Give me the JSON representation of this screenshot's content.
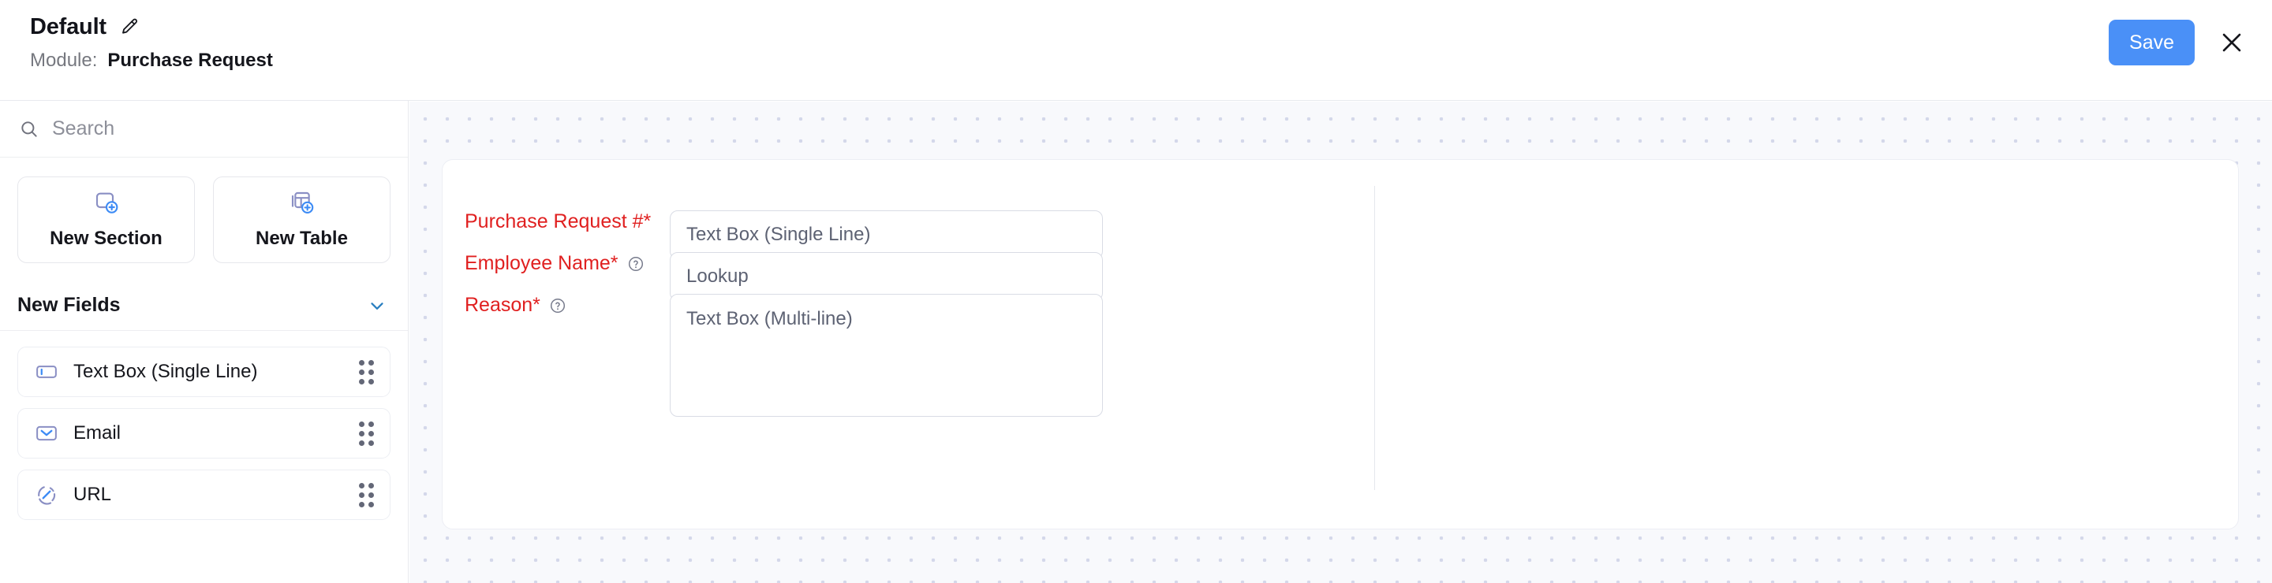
{
  "header": {
    "layout_title": "Default",
    "edit_icon": "pencil-icon",
    "module_label": "Module:",
    "module_value": "Purchase Request",
    "save_label": "Save",
    "close_icon": "close-icon",
    "accent_color": "#4a90f7"
  },
  "sidebar": {
    "search": {
      "placeholder": "Search",
      "value": "",
      "icon": "search-icon"
    },
    "create_buttons": [
      {
        "label": "New Section",
        "icon": "new-section-icon"
      },
      {
        "label": "New Table",
        "icon": "new-table-icon"
      }
    ],
    "new_fields": {
      "title": "New Fields",
      "chevron": "chevron-down-icon",
      "items": [
        {
          "label": "Text Box (Single Line)",
          "icon": "single-line-text-icon"
        },
        {
          "label": "Email",
          "icon": "email-icon"
        },
        {
          "label": "URL",
          "icon": "url-icon"
        }
      ]
    }
  },
  "canvas": {
    "form_rows": [
      {
        "label": "Purchase Request #*",
        "has_help": false,
        "control_placeholder": "Text Box (Single Line)",
        "control_type": "single-line"
      },
      {
        "label": "Employee Name*",
        "has_help": true,
        "control_placeholder": "Lookup",
        "control_type": "lookup"
      },
      {
        "label": "Reason*",
        "has_help": true,
        "control_placeholder": "Text Box (Multi-line)",
        "control_type": "multi-line"
      }
    ],
    "required_color": "#e02020"
  }
}
